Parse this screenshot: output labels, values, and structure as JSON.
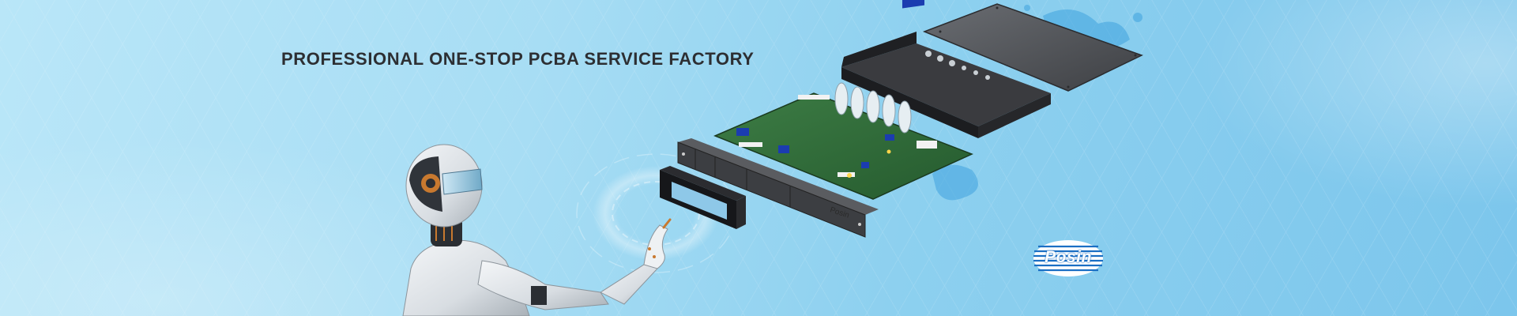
{
  "banner": {
    "headline": "PROFESSIONAL ONE-STOP PCBA SERVICE FACTORY",
    "brand_logo_text": "Posin",
    "front_panel_text": "Posin"
  },
  "colors": {
    "headline": "#2d2f33",
    "background": "#9fd8f2",
    "brand_blue": "#1b6fc4",
    "pcb_green": "#2f6b3a",
    "chassis_gray": "#4a4c50"
  },
  "icons": {
    "robot": "robot-illustration",
    "pcb": "pcb-board-illustration",
    "logo": "posin-logo-icon"
  }
}
